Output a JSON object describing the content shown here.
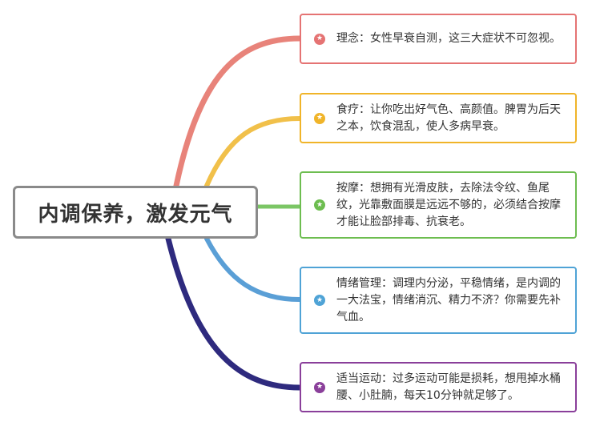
{
  "central": {
    "title": "内调保养，激发元气"
  },
  "topics": [
    {
      "id": "concept",
      "text": "理念：女性早衰自测，这三大症状不可忽视。",
      "color": "#e57373",
      "icon": "star-icon"
    },
    {
      "id": "diet",
      "text": "食疗：让你吃出好气色、高颜值。脾胃为后天之本，饮食混乱，使人多病早衰。",
      "color": "#f0b429",
      "icon": "star-icon"
    },
    {
      "id": "massage",
      "text": "按摩：想拥有光滑皮肤，去除法令纹、鱼尾纹，光靠敷面膜是远远不够的，必须结合按摩才能让脸部排毒、抗衰老。",
      "color": "#6dbd50",
      "icon": "star-icon"
    },
    {
      "id": "emotion",
      "text": "情绪管理：调理内分泌，平稳情绪，是内调的一大法宝，情绪消沉、精力不济？你需要先补气血。",
      "color": "#4fa3d6",
      "icon": "star-icon"
    },
    {
      "id": "exercise",
      "text": "适当运动：过多运动可能是损耗，想甩掉水桶腰、小肚腩，每天10分钟就足够了。",
      "color": "#8a3f9a",
      "icon": "star-icon"
    }
  ],
  "branch_colors": [
    "#e8837a",
    "#f1c04a",
    "#7bc665",
    "#5a9fd6",
    "#2e2a7e"
  ]
}
